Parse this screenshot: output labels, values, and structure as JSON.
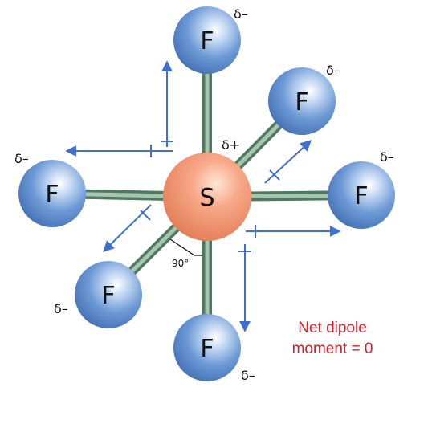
{
  "molecule": {
    "central_atom": {
      "symbol": "S",
      "partial_charge": "δ+"
    },
    "ligands": [
      {
        "id": "top",
        "symbol": "F",
        "partial_charge": "δ–"
      },
      {
        "id": "upper-right",
        "symbol": "F",
        "partial_charge": "δ–"
      },
      {
        "id": "right",
        "symbol": "F",
        "partial_charge": "δ–"
      },
      {
        "id": "bottom",
        "symbol": "F",
        "partial_charge": "δ–"
      },
      {
        "id": "lower-left",
        "symbol": "F",
        "partial_charge": "δ–"
      },
      {
        "id": "left",
        "symbol": "F",
        "partial_charge": "δ–"
      }
    ],
    "bond_angle": "90°"
  },
  "note": {
    "line1": "Net dipole",
    "line2": "moment = 0"
  },
  "colors": {
    "fluorine": "#5b8fd0",
    "sulfur": "#f08f6a",
    "bond": "#7fa58c",
    "dipole_arrow": "#3f6fd0",
    "note": "#d21f2a"
  }
}
